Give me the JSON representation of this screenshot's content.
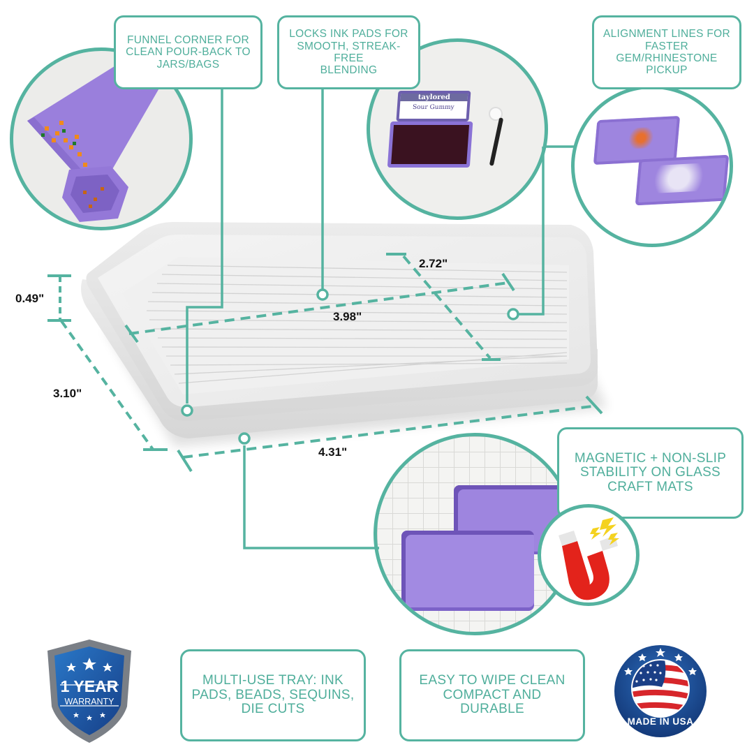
{
  "theme": {
    "accent": "#55b3a0",
    "accent_text": "#4fae9b",
    "tray_purple": "#9f86e0",
    "warranty_blue": "#1f5ea8",
    "usa_red": "#d7262b"
  },
  "callouts": {
    "funnel": {
      "lines": [
        "FUNNEL CORNER FOR",
        "CLEAN POUR-BACK TO",
        "JARS/BAGS"
      ]
    },
    "ink_pads": {
      "lines": [
        "LOCKS INK PADS FOR",
        "SMOOTH, STREAK-FREE",
        "BLENDING"
      ]
    },
    "alignment": {
      "lines": [
        "ALIGNMENT LINES FOR",
        "FASTER",
        "GEM/RHINESTONE",
        "PICKUP"
      ]
    },
    "magnetic": {
      "lines": [
        "MAGNETIC + NON-SLIP",
        "STABILITY ON GLASS",
        "CRAFT MATS"
      ]
    },
    "multi_use": {
      "lines": [
        "MULTI-USE TRAY: INK",
        "PADS, BEADS, SEQUINS,",
        "DIE CUTS"
      ]
    },
    "easy_clean": {
      "lines": [
        "EASY TO WIPE CLEAN",
        "COMPACT AND",
        "DURABLE"
      ]
    }
  },
  "dimensions": {
    "height": "0.49\"",
    "depth": "3.10\"",
    "length": "4.31\"",
    "inner_length": "3.98\"",
    "inner_width": "2.72\""
  },
  "ink_pad": {
    "brand": "taylored",
    "color_name": "Sour Gummy"
  },
  "badges": {
    "warranty": {
      "top": "1 YEAR",
      "bottom": "WARRANTY"
    },
    "usa": {
      "text": "MADE IN USA"
    }
  }
}
